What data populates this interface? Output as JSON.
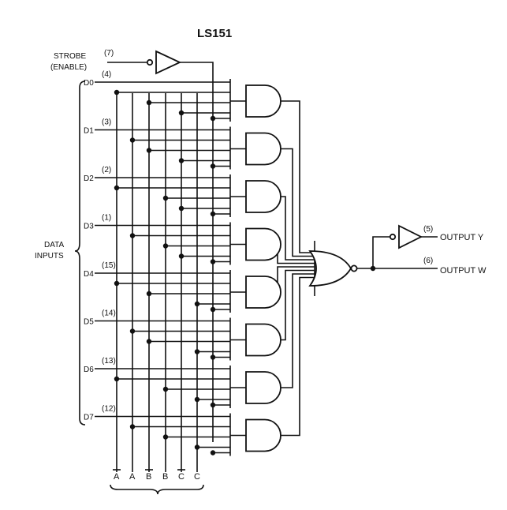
{
  "title": "LS151",
  "strobe": {
    "label_line1": "STROBE",
    "label_line2": "(ENABLE)",
    "pin": "(7)"
  },
  "data_inputs_label": {
    "line1": "DATA",
    "line2": "INPUTS"
  },
  "inputs": [
    {
      "label": "D0",
      "pin": "(4)"
    },
    {
      "label": "D1",
      "pin": "(3)"
    },
    {
      "label": "D2",
      "pin": "(2)"
    },
    {
      "label": "D3",
      "pin": "(1)"
    },
    {
      "label": "D4",
      "pin": "(15)"
    },
    {
      "label": "D5",
      "pin": "(14)"
    },
    {
      "label": "D6",
      "pin": "(13)"
    },
    {
      "label": "D7",
      "pin": "(12)"
    }
  ],
  "outputs": [
    {
      "label": "OUTPUT Y",
      "pin": "(5)"
    },
    {
      "label": "OUTPUT W",
      "pin": "(6)"
    }
  ],
  "select_lines": [
    {
      "label": "A",
      "overbar": true
    },
    {
      "label": "A",
      "overbar": false
    },
    {
      "label": "B",
      "overbar": true
    },
    {
      "label": "B",
      "overbar": false
    },
    {
      "label": "C",
      "overbar": true
    },
    {
      "label": "C",
      "overbar": false
    }
  ]
}
